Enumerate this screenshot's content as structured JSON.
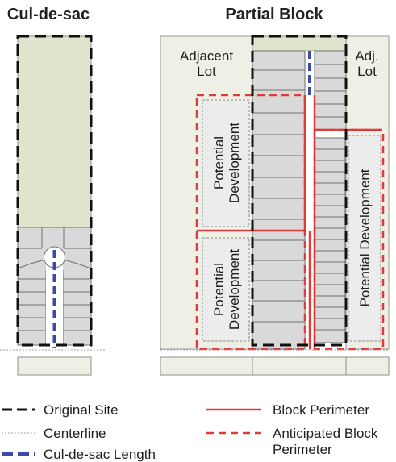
{
  "titles": {
    "left": "Cul-de-sac",
    "right": "Partial Block"
  },
  "labels": {
    "adjacent_lot_line1": "Adjacent",
    "adjacent_lot_line2": "Lot",
    "adj_lot_line1": "Adj.",
    "adj_lot_line2": "Lot",
    "potential_line1": "Potential",
    "potential_line2": "Development",
    "potential_single": "Potential Development"
  },
  "legend": {
    "original_site": "Original Site",
    "centerline": "Centerline",
    "culdesac_length": "Cul-de-sac Length",
    "block_perimeter": "Block Perimeter",
    "anticipated_line1": "Anticipated Block",
    "anticipated_line2": "Perimeter"
  },
  "colors": {
    "site_fill": "#dfe4cc",
    "adjacent_fill": "#eef0e6",
    "lot_fill": "#d9d9d9",
    "potential_fill": "#ececec",
    "original_site_line": "#111111",
    "block_perimeter": "#e03b3b",
    "culdesac_length": "#3a4aa8",
    "centerline": "#a0a0a0"
  }
}
